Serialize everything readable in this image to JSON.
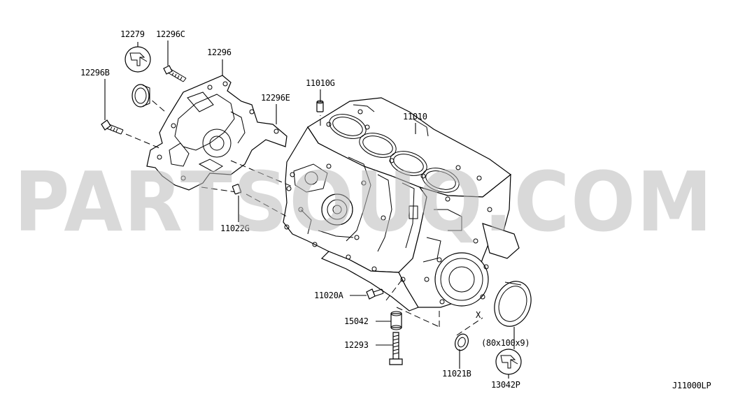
{
  "watermark": "PARTSOUQ.COM",
  "labels": {
    "p12279": "12279",
    "p12296C": "12296C",
    "p12296": "12296",
    "p12296B": "12296B",
    "p12296E": "12296E",
    "p11010G": "11010G",
    "p11010": "11010",
    "p11022G": "11022G",
    "p11020A": "11020A",
    "p15042": "15042",
    "p12293": "12293",
    "p11021B": "11021B",
    "p13042P": "13042P",
    "seal_size": "(80x100x9)",
    "x_mark": "X",
    "diagram_code": "J11000LP"
  }
}
